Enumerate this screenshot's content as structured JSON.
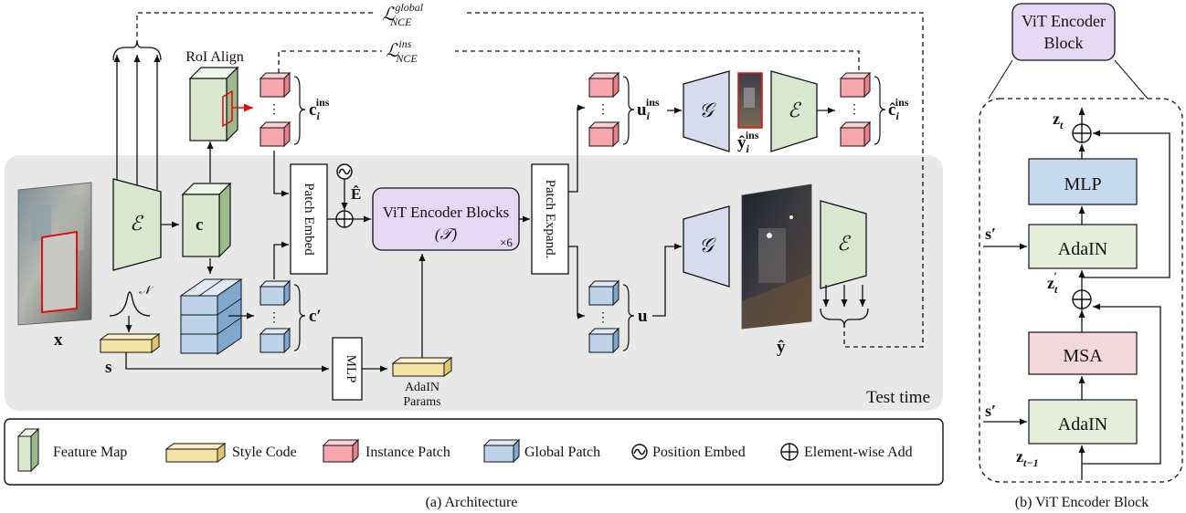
{
  "architecture": {
    "caption": "(a) Architecture",
    "region_label": "Test time",
    "roi_align_label": "RoI Align",
    "loss_global": {
      "base": "ℒ",
      "sup": "global",
      "sub": "NCE"
    },
    "loss_ins": {
      "base": "ℒ",
      "sup": "ins",
      "sub": "NCE"
    },
    "encoder_symbol": "ℰ",
    "generator_symbol": "𝒢",
    "x_label": "x",
    "c_label": "c",
    "c_prime_label": "c′",
    "c_ins_label": {
      "base": "c",
      "sub": "i",
      "sup": "ins"
    },
    "u_label": "u",
    "u_ins_label": {
      "base": "u",
      "sub": "i",
      "sup": "ins"
    },
    "y_hat_label": "ŷ",
    "y_hat_ins_label": {
      "base": "ŷ",
      "sub": "i",
      "sup": "ins"
    },
    "c_hat_ins_label": {
      "base": "ĉ",
      "sub": "i",
      "sup": "ins"
    },
    "s_label": "s",
    "e_hat_label": "Ê",
    "n_label": "𝒩",
    "dots": "⋮",
    "patch_embed_label": "Patch Embed",
    "patch_expand_label": "Patch Expand.",
    "vit_blocks_label": "ViT Encoder Blocks",
    "vit_blocks_symbol": "(𝒯)",
    "times_label": "×6",
    "mlp_label": "MLP",
    "adain_params_line1": "AdaIN",
    "adain_params_line2": "Params"
  },
  "legend": {
    "feature_map": "Feature Map",
    "style_code": "Style Code",
    "instance_patch": "Instance Patch",
    "global_patch": "Global Patch",
    "position_embed": "Position Embed",
    "element_add": "Element-wise Add"
  },
  "vit_block": {
    "caption": "(b) ViT Encoder Block",
    "header_line1": "ViT Encoder",
    "header_line2": "Block",
    "mlp_label": "MLP",
    "adain_label": "AdaIN",
    "msa_label": "MSA",
    "z_t": {
      "base": "z",
      "sub": "t"
    },
    "z_t_prime": {
      "base": "z",
      "sub": "t",
      "sup": "′"
    },
    "z_t_minus_1": {
      "base": "z",
      "sub": "t−1"
    },
    "s_prime": "s′"
  },
  "colors": {
    "feature_map": "#d9e8cf",
    "style_code": "#f6e3a6",
    "instance_patch": "#f7a6ae",
    "global_patch": "#bcd3ea",
    "vit_blocks": "#e6d8f2",
    "mlp_blue": "#c5d9ef",
    "msa_pink": "#f3d9dc",
    "adain_green": "#e6eedb",
    "encoder_green": "#d7e8cf",
    "generator_blue": "#d6dcee",
    "test_time_bg": "#e8e8e8",
    "red_arrow": "#e01010"
  }
}
